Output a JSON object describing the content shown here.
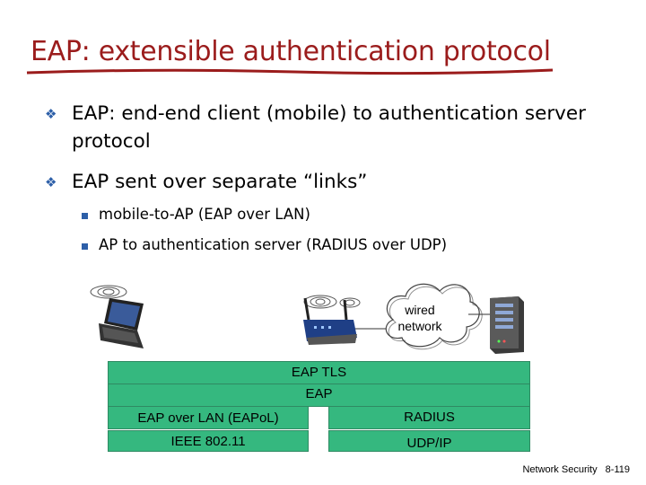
{
  "slide": {
    "title": "EAP: extensible authentication protocol",
    "bullets": [
      {
        "line1": "EAP: end-end client (mobile) to authentication server",
        "line2": "protocol"
      },
      {
        "line1": "EAP sent over separate “links”"
      }
    ],
    "sub_bullets": [
      "mobile-to-AP (EAP over LAN)",
      "AP to authentication server (RADIUS over UDP)"
    ],
    "footer_text": "Network Security",
    "page_number": "8-119"
  },
  "diagram": {
    "cloud_label_1": "wired",
    "cloud_label_2": "network",
    "layers": {
      "eap_tls": "EAP TLS",
      "eap": "EAP",
      "eapol": "EAP over LAN (EAPoL)",
      "ieee": "IEEE 802.11",
      "radius": "RADIUS",
      "udp": "UDP/IP"
    },
    "colors": {
      "layer_fill": "#35b87f",
      "title": "#9b1c1c",
      "bullet": "#2d5fa8"
    }
  },
  "icons": [
    "laptop-icon",
    "wireless-ap-icon",
    "server-icon",
    "cloud-icon"
  ]
}
